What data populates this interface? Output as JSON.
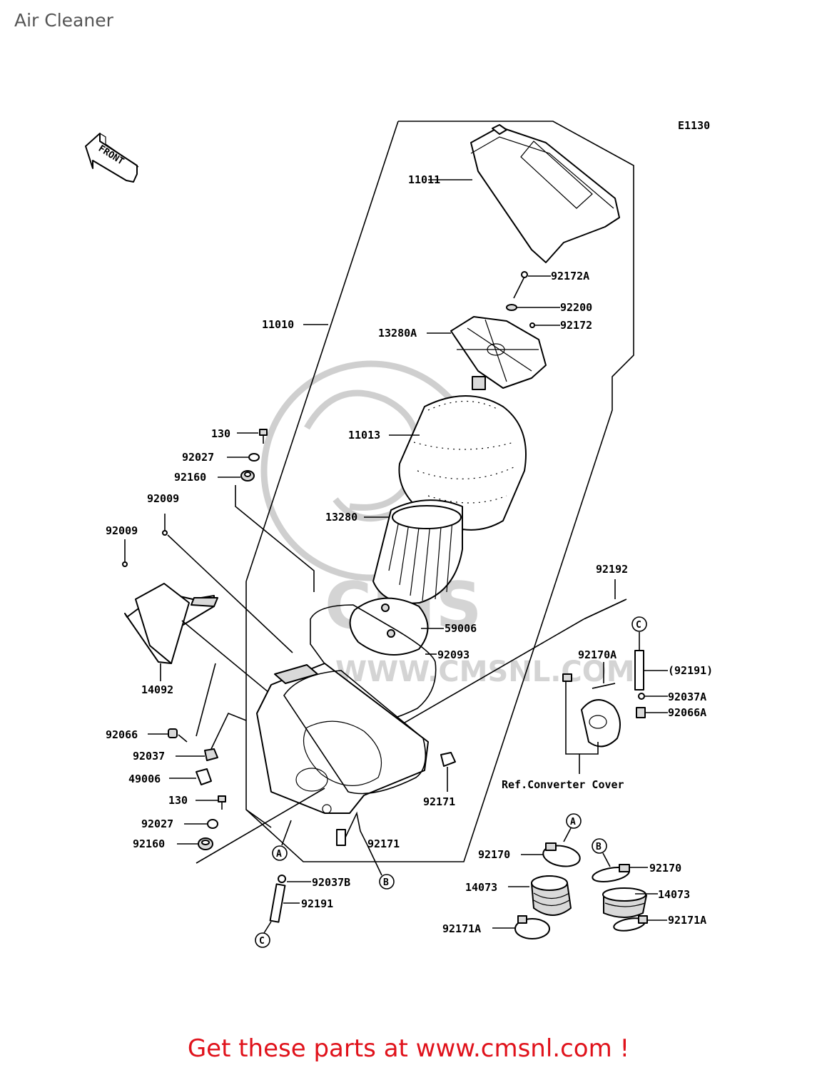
{
  "header": {
    "title": "Air Cleaner"
  },
  "diagram": {
    "code": "E1130",
    "front_arrow": "FRONT",
    "watermark": {
      "site": "WWW.CMSNL.COM",
      "logo": "CMS"
    },
    "parts": {
      "p11011": "11011",
      "p92172A": "92172A",
      "p92200": "92200",
      "p13280A": "13280A",
      "p92172": "92172",
      "p11010": "11010",
      "p11013": "11013",
      "p130_top": "130",
      "p92027_top": "92027",
      "p92160_top": "92160",
      "p92009_a": "92009",
      "p92009_b": "92009",
      "p13280": "13280",
      "p92192": "92192",
      "p59006": "59006",
      "p92093": "92093",
      "p14092": "14092",
      "p92170A": "92170A",
      "p92191_ref": "(92191)",
      "p92037A": "92037A",
      "p92066A": "92066A",
      "p92066": "92066",
      "p92037": "92037",
      "p49006": "49006",
      "p130_bot": "130",
      "p92171_a": "92171",
      "p92027_bot": "92027",
      "p92160_bot": "92160",
      "p92171_b": "92171",
      "p92037B": "92037B",
      "p92191": "92191",
      "p92170_a": "92170",
      "p92170_b": "92170",
      "p14073_a": "14073",
      "p14073_b": "14073",
      "p92171A_a": "92171A",
      "p92171A_b": "92171A"
    },
    "ref_note": "Ref.Converter  Cover",
    "callouts": {
      "A": "A",
      "B": "B",
      "C": "C"
    }
  },
  "footer": {
    "text": "Get these parts at www.cmsnl.com !"
  }
}
